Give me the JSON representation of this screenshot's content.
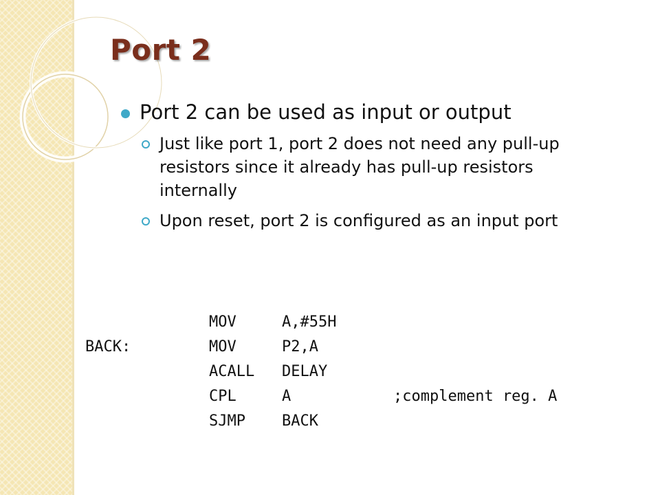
{
  "slide": {
    "title": "Port 2",
    "bullet": "Port 2 can be used as input or output",
    "sub_bullets": [
      "Just like port 1, port 2 does not need any pull-up resistors since it already has pull-up resistors internally",
      "Upon reset, port 2 is configured as an input port"
    ]
  },
  "code": [
    {
      "label": "",
      "op": "MOV",
      "arg": "A,#55H",
      "comment": ""
    },
    {
      "label": "BACK:",
      "op": "MOV",
      "arg": "P2,A",
      "comment": ""
    },
    {
      "label": "",
      "op": "ACALL",
      "arg": "DELAY",
      "comment": ""
    },
    {
      "label": "",
      "op": "CPL",
      "arg": "A",
      "comment": ";complement reg. A"
    },
    {
      "label": "",
      "op": "SJMP",
      "arg": "BACK",
      "comment": ""
    }
  ],
  "colors": {
    "title": "#7a2e1c",
    "bullet_accent": "#3fa9c8",
    "side_band": "#f5e6b3"
  }
}
